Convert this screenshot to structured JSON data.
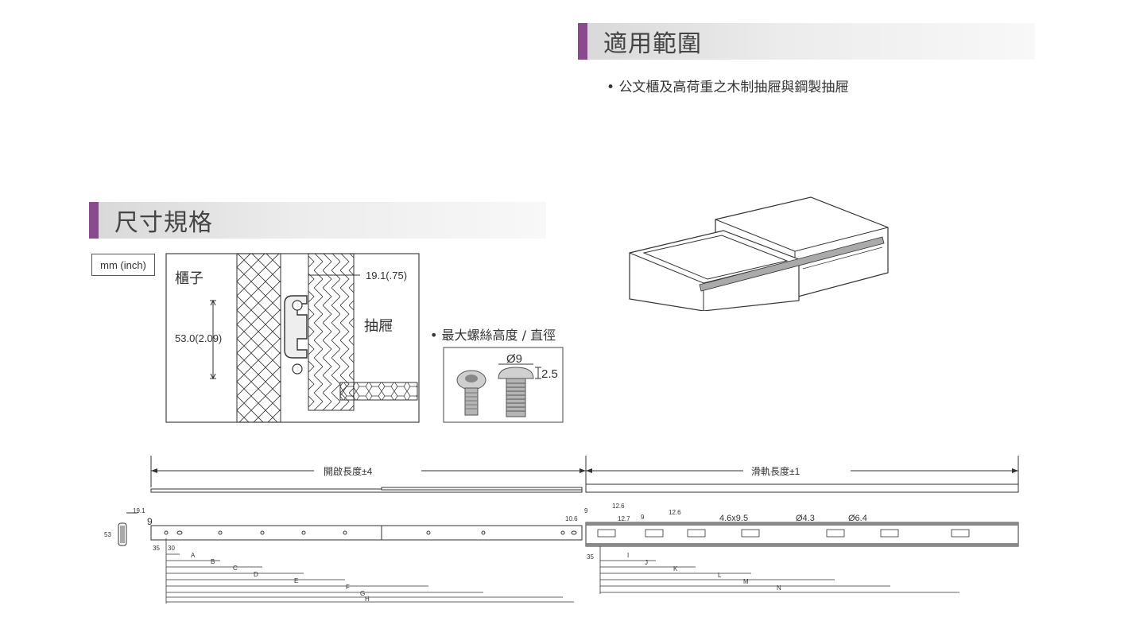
{
  "headers": {
    "application": "適用範圍",
    "dimensions": "尺寸規格"
  },
  "application_items": [
    "公文櫃及高荷重之木制抽屜與鋼製抽屜"
  ],
  "unit_label": "mm (inch)",
  "cross_section": {
    "cabinet_label": "櫃子",
    "drawer_label": "抽屜",
    "width_label": "19.1(.75)",
    "height_label": "53.0(2.09)"
  },
  "screw": {
    "caption": "最大螺絲高度 / 直徑",
    "diameter": "Ø9",
    "height": "2.5"
  },
  "drawing": {
    "open_length": "開啟長度±4",
    "slide_length": "滑軌長度±1",
    "side_width": "19.1",
    "side_height": "53",
    "left_dims": [
      "9",
      "35",
      "30"
    ],
    "left_letters": [
      "A",
      "B",
      "C",
      "D",
      "E",
      "F",
      "G",
      "H"
    ],
    "right_dims": [
      "9",
      "12.6",
      "12.7",
      "10.6",
      "9",
      "12.6",
      "35"
    ],
    "slot_label": "4.6x9.5",
    "hole_small": "Ø4.3",
    "hole_large": "Ø6.4",
    "right_letters": [
      "I",
      "J",
      "K",
      "L",
      "M",
      "N"
    ]
  },
  "colors": {
    "accent": "#8a4a8e",
    "line": "#333333"
  }
}
